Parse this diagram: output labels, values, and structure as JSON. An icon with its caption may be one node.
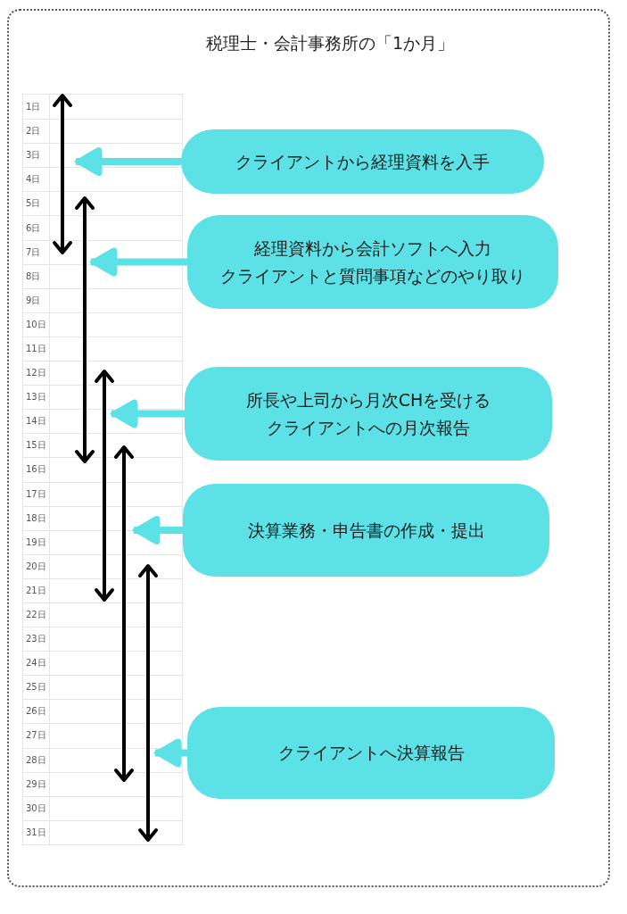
{
  "diagram": {
    "title": "税理士・会計事務所の「1か月」",
    "nodes": [
      {
        "text": [
          "クライアントから経理資料を入手"
        ]
      },
      {
        "text": [
          "経理資料から会計ソフトへ入力",
          "クライアントと質問事項などのやり取り"
        ]
      },
      {
        "text": [
          "所長や上司から月次CHを受ける",
          "クライアントへの月次報告"
        ]
      },
      {
        "text": [
          "決算業務・申告書の作成・提出"
        ]
      },
      {
        "text": [
          "クライアントへ決算報告"
        ]
      }
    ],
    "edges": [
      {
        "from": 0,
        "to": null,
        "arrow": "to"
      },
      {
        "from": 1,
        "to": null,
        "arrow": "to"
      },
      {
        "from": 2,
        "to": null,
        "arrow": "to"
      },
      {
        "from": 3,
        "to": null,
        "arrow": "to"
      },
      {
        "from": 4,
        "to": null,
        "arrow": "to"
      }
    ],
    "labels": [
      "1日",
      "2日",
      "3日",
      "4日",
      "5日",
      "6日",
      "7日",
      "8日",
      "9日",
      "10日",
      "11日",
      "12日",
      "13日",
      "14日",
      "15日",
      "16日",
      "17日",
      "18日",
      "19日",
      "20日",
      "21日",
      "22日",
      "23日",
      "24日",
      "25日",
      "26日",
      "27日",
      "28日",
      "29日",
      "30日",
      "31日"
    ]
  }
}
